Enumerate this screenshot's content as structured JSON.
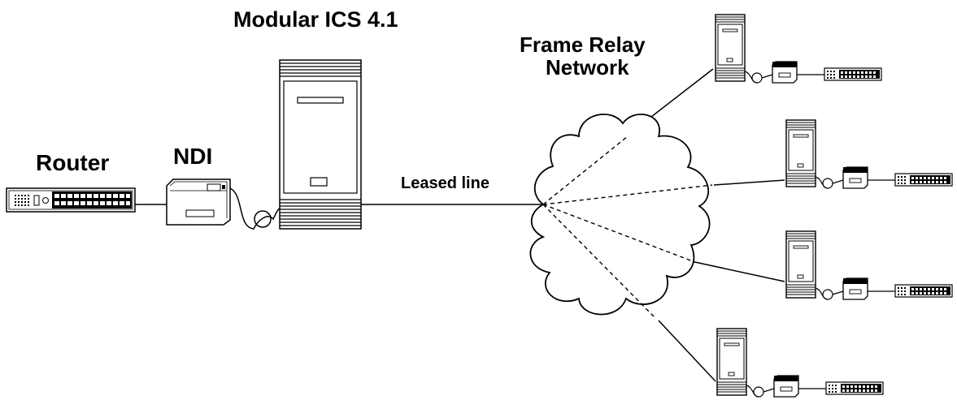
{
  "labels": {
    "system": "Modular ICS 4.1",
    "network_line1": "Frame Relay",
    "network_line2": "Network",
    "router": "Router",
    "ndi": "NDI",
    "leased_line": "Leased line"
  },
  "devices": {
    "router": "router-icon",
    "ndi": "ndi-icon",
    "ics": "modular-ics-cabinet-icon",
    "cloud": "frame-relay-cloud-icon",
    "remote_site": "remote-site-icon"
  },
  "colors": {
    "line": "#000000",
    "background": "#ffffff"
  }
}
